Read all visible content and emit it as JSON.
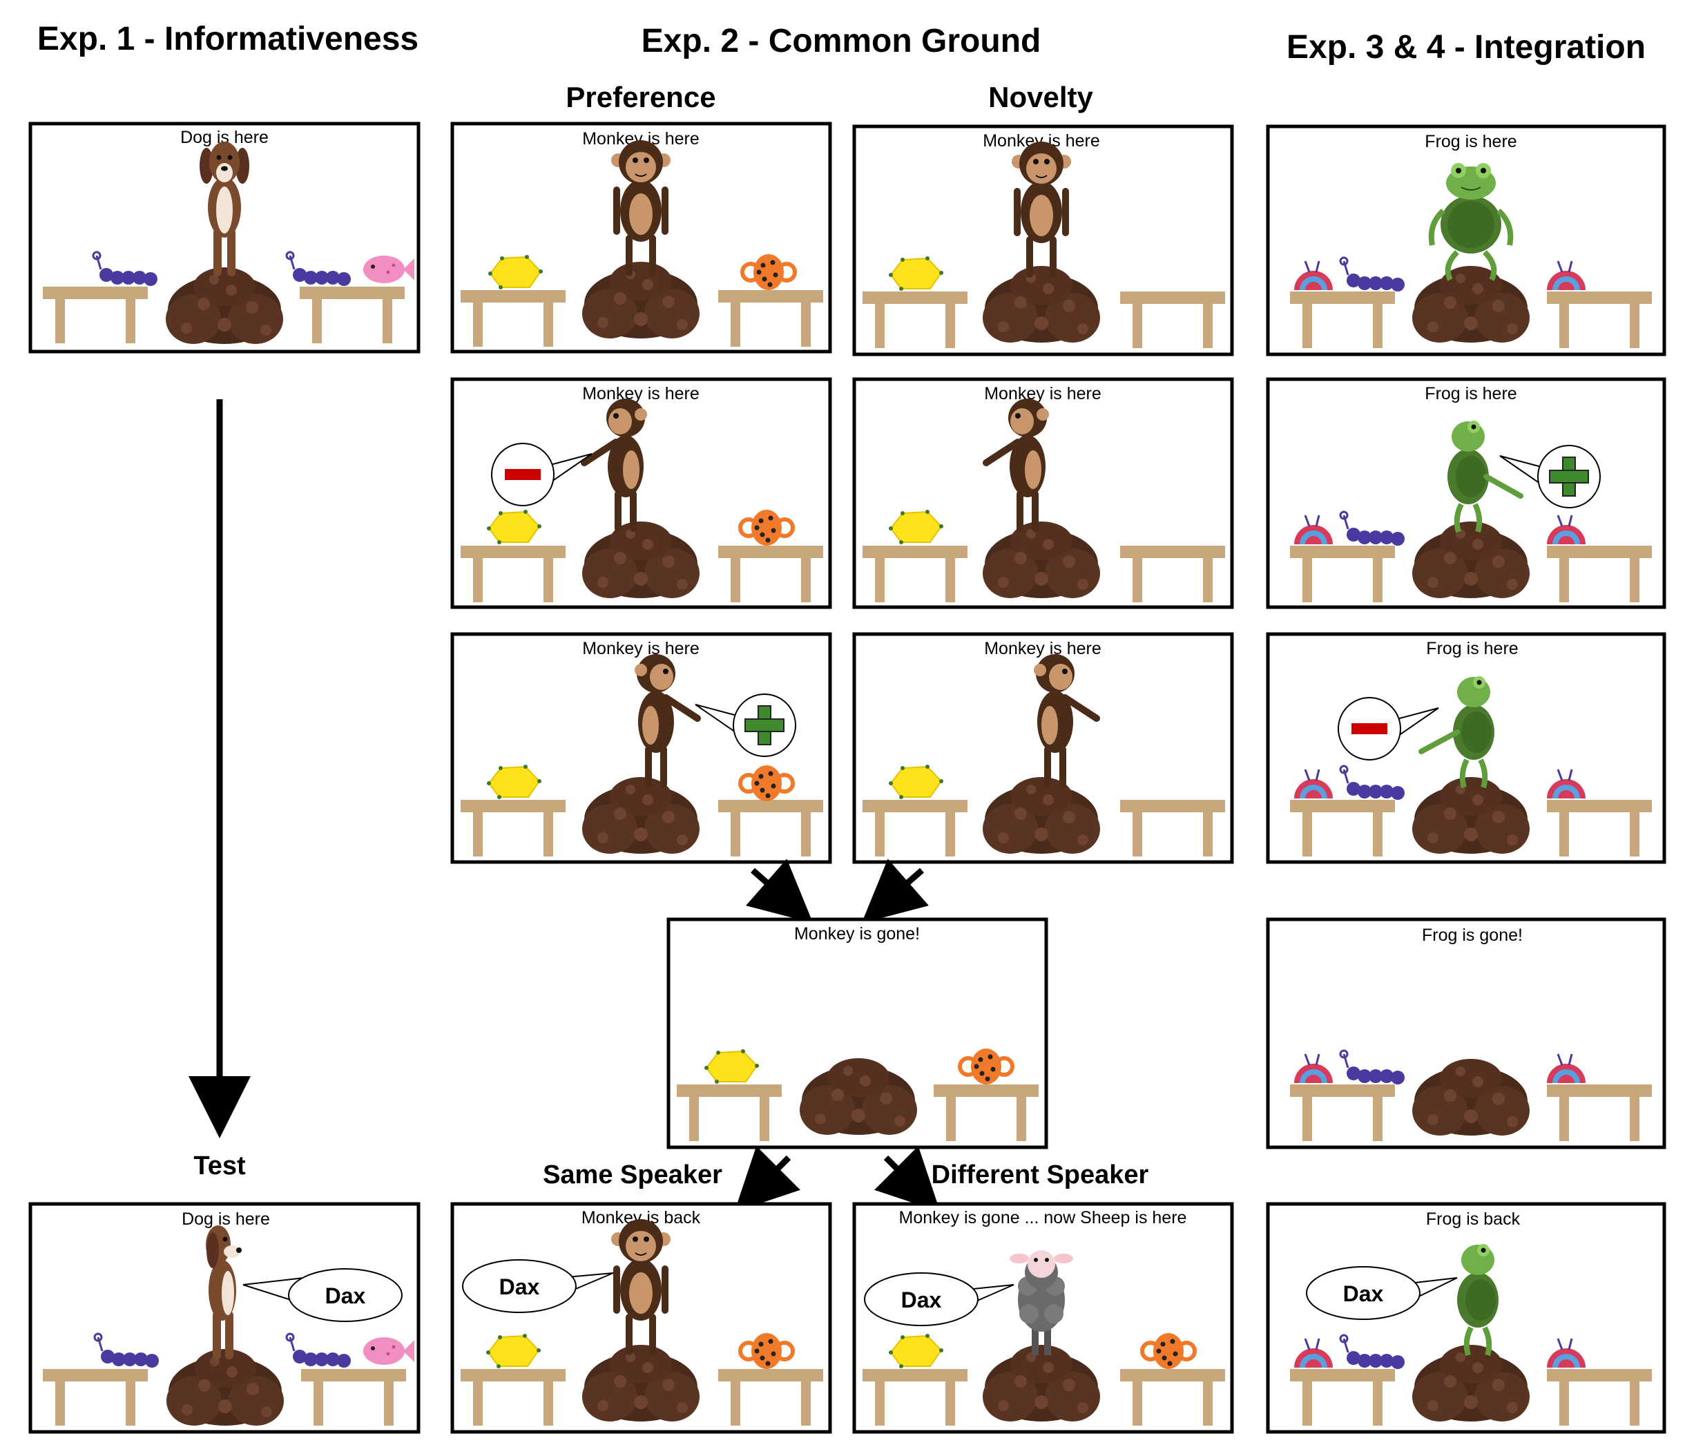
{
  "headers": {
    "exp1": "Exp. 1 - Informativeness",
    "exp2": "Exp. 2 - Common Ground",
    "exp34": "Exp. 3 & 4 - Integration",
    "preference": "Preference",
    "novelty": "Novelty",
    "test": "Test",
    "same_speaker": "Same Speaker",
    "different_speaker": "Different Speaker"
  },
  "panels": {
    "exp1_intro": "Dog is here",
    "exp1_test": "Dog is here",
    "pref_1": "Monkey is here",
    "pref_2": "Monkey is here",
    "pref_3": "Monkey is here",
    "nov_1": "Monkey is here",
    "nov_2": "Monkey is here",
    "nov_3": "Monkey is here",
    "gone_center": "Monkey is gone!",
    "same_test": "Monkey is back",
    "diff_test": "Monkey is gone ... now Sheep is here",
    "int_1": "Frog is here",
    "int_2": "Frog is here",
    "int_3": "Frog is here",
    "int_gone": "Frog is gone!",
    "int_test": "Frog is back"
  },
  "speech": {
    "novel_word": "Dax"
  },
  "colors": {
    "table": "#c8a77c",
    "dirt": "#4a2a1a",
    "monkey": "#4a2c18",
    "dog": "#7a4a2c",
    "frog": "#5f9e3a",
    "sheep": "#7a7a7a",
    "minus": "#cc0000",
    "plus": "#3f8a2e",
    "yellow_toy": "#ffe31a",
    "orange_toy": "#f07a2a",
    "purple_toy": "#4a3aa0",
    "pink_toy": "#f28fc2",
    "fan_toy": "#d83a5a"
  }
}
